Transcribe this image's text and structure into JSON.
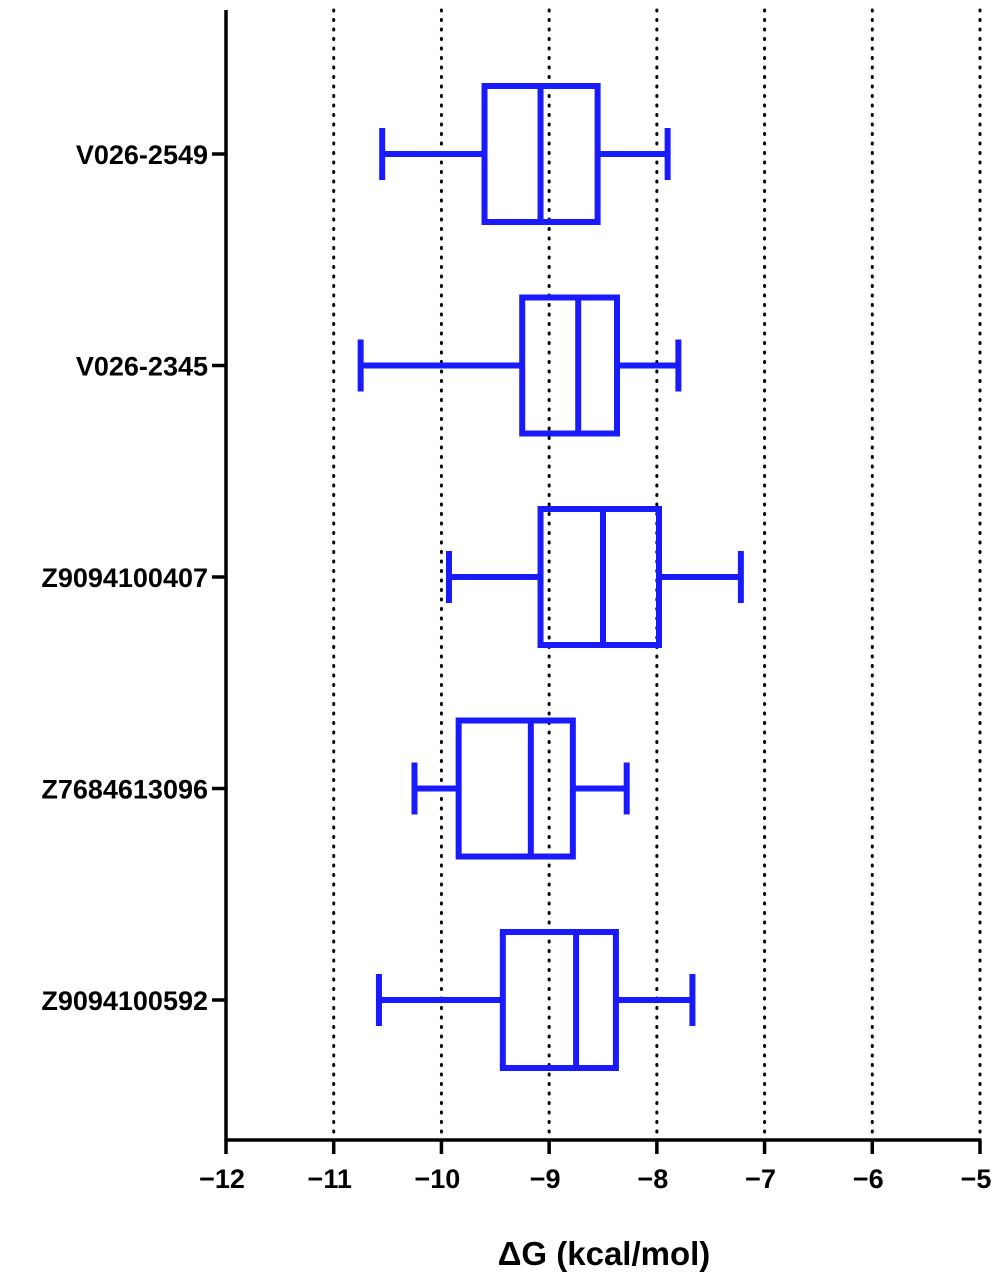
{
  "chart_data": {
    "type": "box",
    "orientation": "horizontal",
    "title": "",
    "xlabel": "ΔG (kcal/mol)",
    "ylabel": "",
    "xlim": [
      -12,
      -5
    ],
    "xticks": [
      -12,
      -11,
      -10,
      -9,
      -8,
      -7,
      -6,
      -5
    ],
    "xtick_labels": [
      "−12",
      "−11",
      "−10",
      "−9",
      "−8",
      "−7",
      "−6",
      "−5"
    ],
    "grid": "vertical dotted at major ticks",
    "categories": [
      "V026-2549",
      "V026-2345",
      "Z9094100407",
      "Z7684613096",
      "Z9094100592"
    ],
    "boxes": [
      {
        "label": "V026-2549",
        "min": -10.55,
        "q1": -9.6,
        "median": -9.08,
        "q3": -8.55,
        "max": -7.9
      },
      {
        "label": "V026-2345",
        "min": -10.75,
        "q1": -9.25,
        "median": -8.73,
        "q3": -8.37,
        "max": -7.8
      },
      {
        "label": "Z9094100407",
        "min": -9.93,
        "q1": -9.08,
        "median": -8.5,
        "q3": -7.98,
        "max": -7.22
      },
      {
        "label": "Z7684613096",
        "min": -10.25,
        "q1": -9.84,
        "median": -9.17,
        "q3": -8.78,
        "max": -8.28
      },
      {
        "label": "Z9094100592",
        "min": -10.58,
        "q1": -9.43,
        "median": -8.75,
        "q3": -8.38,
        "max": -7.67
      }
    ],
    "colors": {
      "box": "#1a1aff",
      "axis": "#000000",
      "grid": "#000000"
    }
  }
}
